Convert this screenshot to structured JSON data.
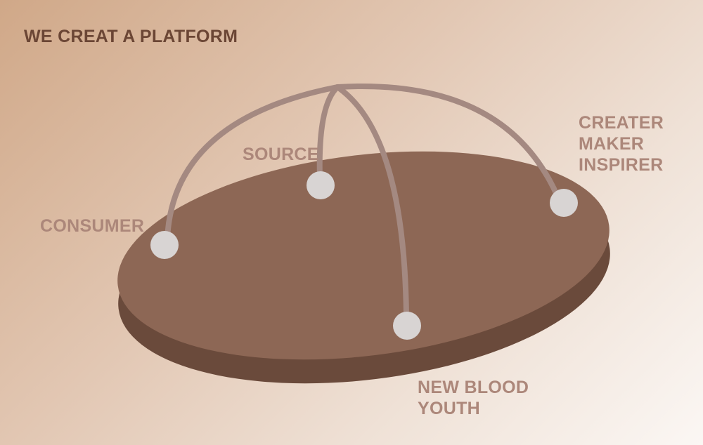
{
  "title": "WE CREAT A PLATFORM",
  "labels": {
    "source": "SOURCE",
    "consumer": "CONSUMER",
    "creator": [
      "CREATER",
      "MAKER",
      "INSPIRER"
    ],
    "new_blood": [
      "NEW BLOOD",
      "YOUTH"
    ]
  },
  "colors": {
    "platform_top": "#8d6755",
    "platform_side": "#6a4a3b",
    "arc": "#a48981",
    "node": "#d8d4d3",
    "title": "#6b4635",
    "label": "#ac877a"
  }
}
